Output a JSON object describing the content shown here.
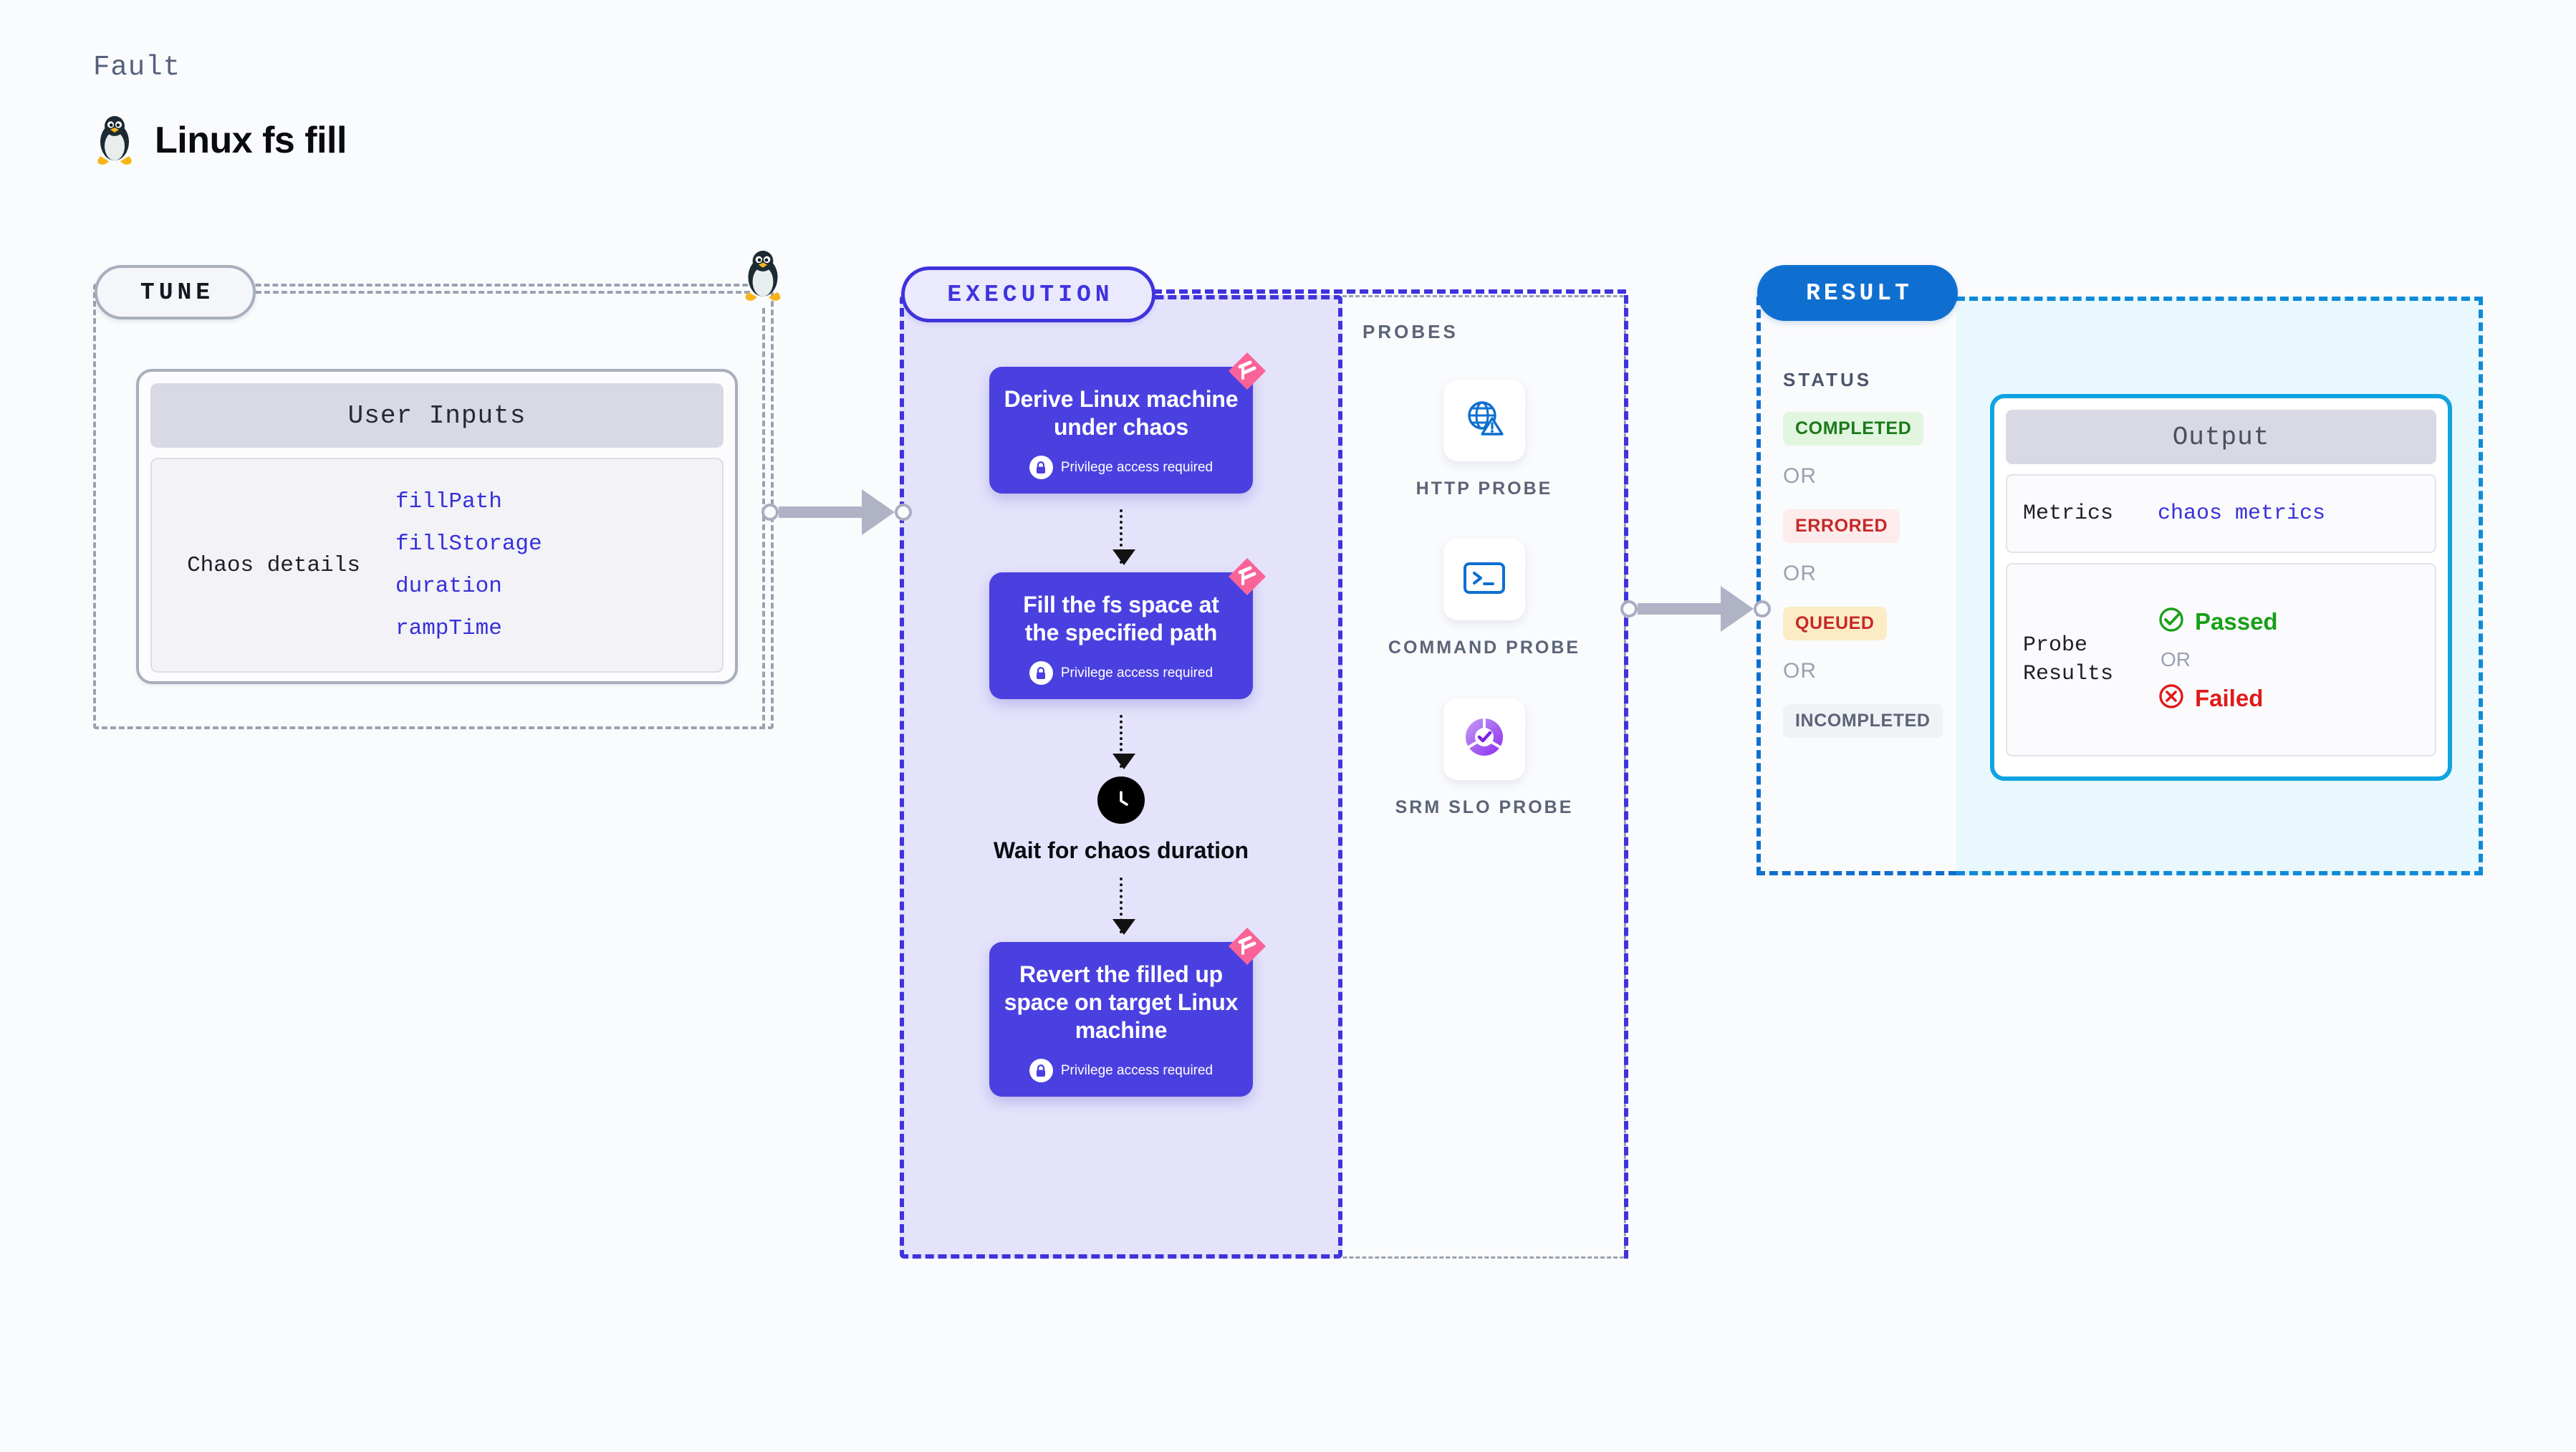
{
  "header": {
    "kicker": "Fault",
    "title": "Linux fs fill",
    "icon": "linux-penguin-icon"
  },
  "tune": {
    "badge": "TUNE",
    "card_title": "User Inputs",
    "details_label": "Chaos details",
    "fields": [
      "fillPath",
      "fillStorage",
      "duration",
      "rampTime"
    ]
  },
  "execution": {
    "badge": "EXECUTION",
    "privilege_note": "Privilege access required",
    "steps": [
      {
        "title": "Derive Linux machine under chaos",
        "privileged": true
      },
      {
        "title": "Fill the fs space at the specified path",
        "privileged": true
      },
      {
        "title": "Revert the filled up space on target Linux machine",
        "privileged": true
      }
    ],
    "wait": {
      "label": "Wait for chaos duration",
      "icon": "clock-icon"
    }
  },
  "probes": {
    "label": "PROBES",
    "items": [
      {
        "name": "HTTP PROBE",
        "icon": "globe-warning-icon"
      },
      {
        "name": "COMMAND PROBE",
        "icon": "terminal-icon"
      },
      {
        "name": "SRM SLO PROBE",
        "icon": "slo-donut-check-icon"
      }
    ]
  },
  "result": {
    "badge": "RESULT",
    "status_heading": "STATUS",
    "or_label": "OR",
    "statuses": [
      {
        "label": "COMPLETED",
        "bg": "#e1f5df",
        "fg": "#1b7a1b"
      },
      {
        "label": "ERRORED",
        "bg": "#fdeceb",
        "fg": "#c62828"
      },
      {
        "label": "QUEUED",
        "bg": "#fbecc5",
        "fg": "#c62828"
      },
      {
        "label": "INCOMPLETED",
        "bg": "#f1f2f6",
        "fg": "#5c6478"
      }
    ],
    "output": {
      "title": "Output",
      "metrics_label": "Metrics",
      "metrics_value": "chaos metrics",
      "probe_results_label": "Probe Results",
      "passed_label": "Passed",
      "failed_label": "Failed",
      "or_label": "OR"
    }
  },
  "colors": {
    "tune_border": "#9aa2b1",
    "execution_accent": "#3f33dd",
    "execution_card": "#4a40e0",
    "result_accent": "#0f6fd0",
    "output_accent": "#0fa3e0",
    "ribbon_pink": "#fa6398",
    "link_indigo": "#3730d8"
  }
}
